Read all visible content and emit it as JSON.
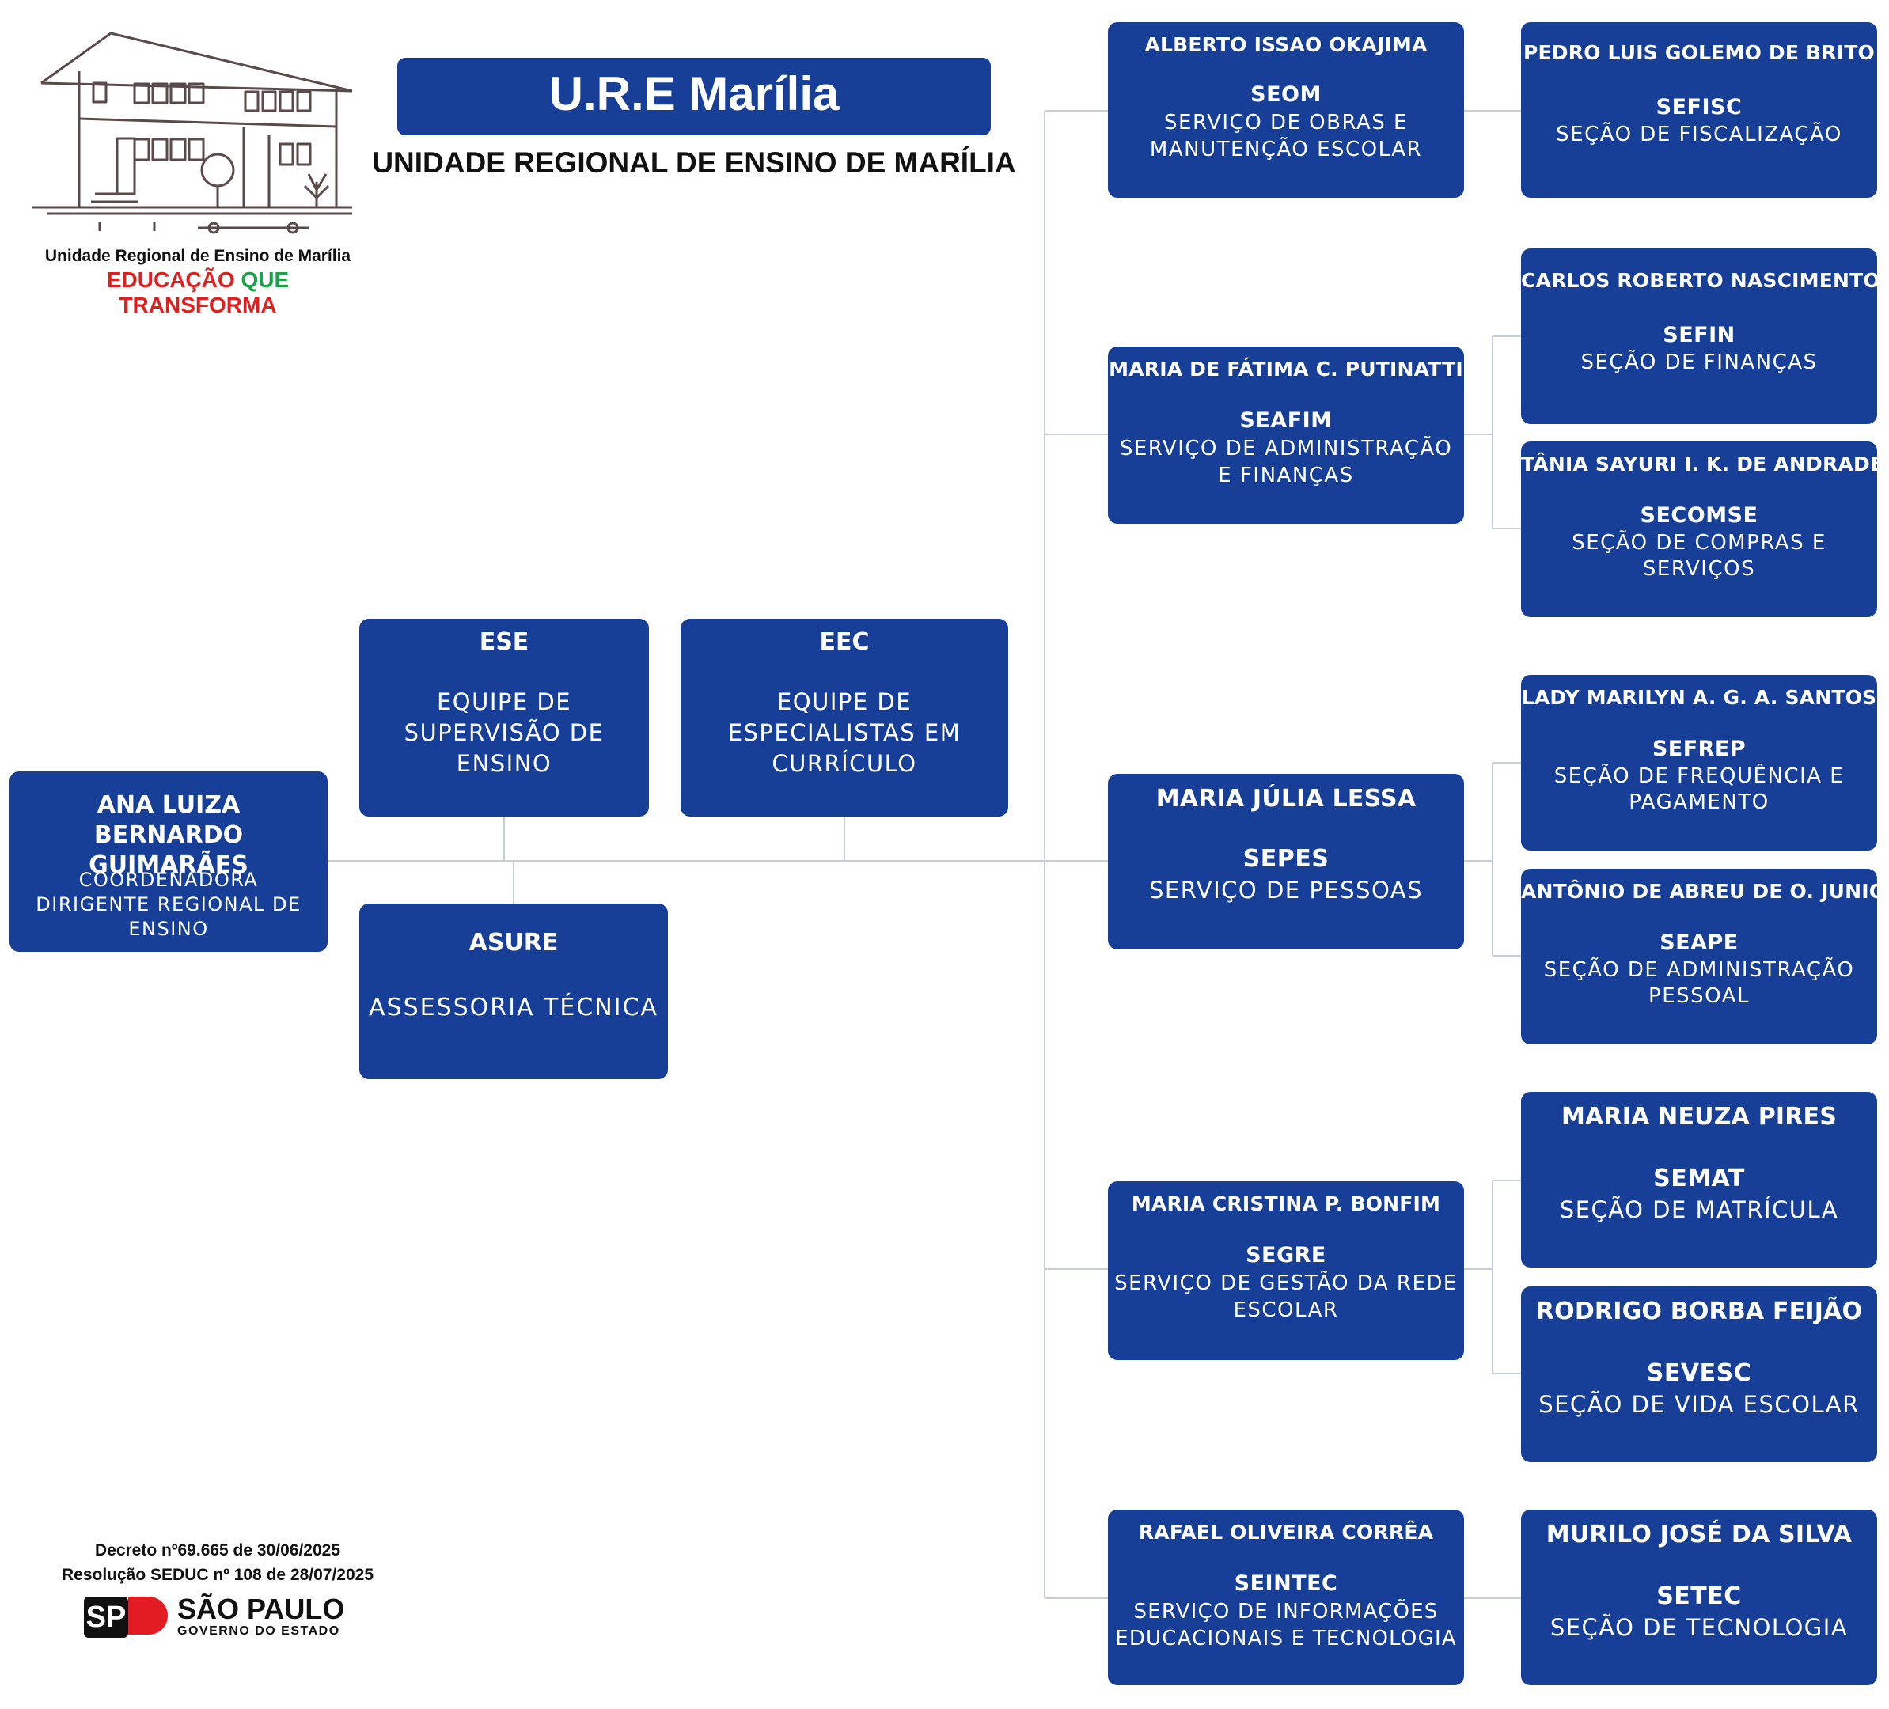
{
  "header": {
    "title": "U.R.E Marília",
    "subtitle": "UNIDADE REGIONAL DE ENSINO DE MARÍLIA"
  },
  "logo": {
    "caption": "Unidade Regional de Ensino de Marília",
    "slogan_1": "EDUCAÇÃO",
    "slogan_2": "QUE",
    "slogan_3": "TRANSFORMA",
    "icon": "school-building-icon"
  },
  "footer": {
    "decree": "Decreto nº69.665 de 30/06/2025",
    "resolution": "Resolução SEDUC nº 108 de 28/07/2025",
    "state_name": "SÃO PAULO",
    "state_sub": "GOVERNO DO ESTADO",
    "state_logo_text": "SP"
  },
  "head": {
    "name": "ANA LUIZA BERNARDO GUIMARÃES",
    "role": "COORDENADORA DIRIGENTE REGIONAL DE ENSINO"
  },
  "staff": {
    "ese": {
      "code": "ESE",
      "desc": "EQUIPE DE SUPERVISÃO DE ENSINO"
    },
    "eec": {
      "code": "EEC",
      "desc": "EQUIPE DE ESPECIALISTAS EM CURRÍCULO"
    },
    "asure": {
      "code": "ASURE",
      "desc": "ASSESSORIA TÉCNICA"
    }
  },
  "services": {
    "seom": {
      "name": "ALBERTO ISSAO OKAJIMA",
      "code": "SEOM",
      "desc": "SERVIÇO DE OBRAS E MANUTENÇÃO ESCOLAR"
    },
    "seafim": {
      "name": "MARIA DE FÁTIMA C. PUTINATTI",
      "code": "SEAFIM",
      "desc": "SERVIÇO DE ADMINISTRAÇÃO E FINANÇAS"
    },
    "sepes": {
      "name": "MARIA JÚLIA LESSA",
      "code": "SEPES",
      "desc": "SERVIÇO DE PESSOAS"
    },
    "segre": {
      "name": "MARIA CRISTINA P. BONFIM",
      "code": "SEGRE",
      "desc": "SERVIÇO DE GESTÃO DA REDE ESCOLAR"
    },
    "seintec": {
      "name": "RAFAEL OLIVEIRA CORRÊA",
      "code": "SEINTEC",
      "desc": "SERVIÇO DE INFORMAÇÕES EDUCACIONAIS E TECNOLOGIA"
    }
  },
  "sections": {
    "sefisc": {
      "name": "PEDRO LUIS GOLEMO DE BRITO",
      "code": "SEFISC",
      "desc": "SEÇÃO DE FISCALIZAÇÃO"
    },
    "sefin": {
      "name": "CARLOS ROBERTO NASCIMENTO",
      "code": "SEFIN",
      "desc": "SEÇÃO DE FINANÇAS"
    },
    "secomse": {
      "name": "TÂNIA SAYURI I. K. DE ANDRADE",
      "code": "SECOMSE",
      "desc": "SEÇÃO DE COMPRAS E SERVIÇOS"
    },
    "sefrep": {
      "name": "LADY MARILYN A. G. A. SANTOS",
      "code": "SEFREP",
      "desc": "SEÇÃO DE FREQUÊNCIA E PAGAMENTO"
    },
    "seape": {
      "name": "ANTÔNIO DE ABREU DE O. JUNIOR",
      "code": "SEAPE",
      "desc": "SEÇÃO DE ADMINISTRAÇÃO PESSOAL"
    },
    "semat": {
      "name": "MARIA NEUZA PIRES",
      "code": "SEMAT",
      "desc": "SEÇÃO DE MATRÍCULA"
    },
    "sevesc": {
      "name": "RODRIGO BORBA FEIJÃO",
      "code": "SEVESC",
      "desc": "SEÇÃO DE VIDA ESCOLAR"
    },
    "setec": {
      "name": "MURILO JOSÉ DA SILVA",
      "code": "SETEC",
      "desc": "SEÇÃO DE TECNOLOGIA"
    }
  },
  "colors": {
    "box": "#173f97",
    "connector": "#c7ccd6",
    "slogan_red": "#e02020",
    "slogan_green": "#1aa34a"
  }
}
